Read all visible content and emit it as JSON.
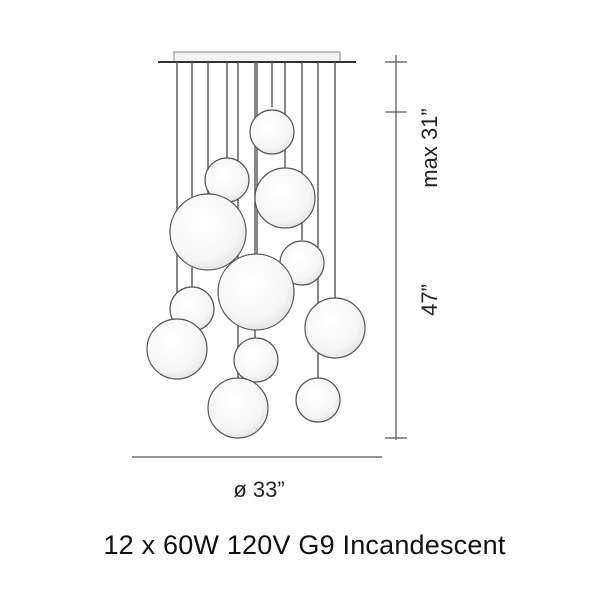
{
  "diagram": {
    "lamp_count": 12,
    "dimensions": {
      "height_label": "max 31”",
      "drop_label": "47”",
      "diameter_label": "ø 33”"
    },
    "caption": "12 x 60W 120V G9 Incandescent"
  }
}
